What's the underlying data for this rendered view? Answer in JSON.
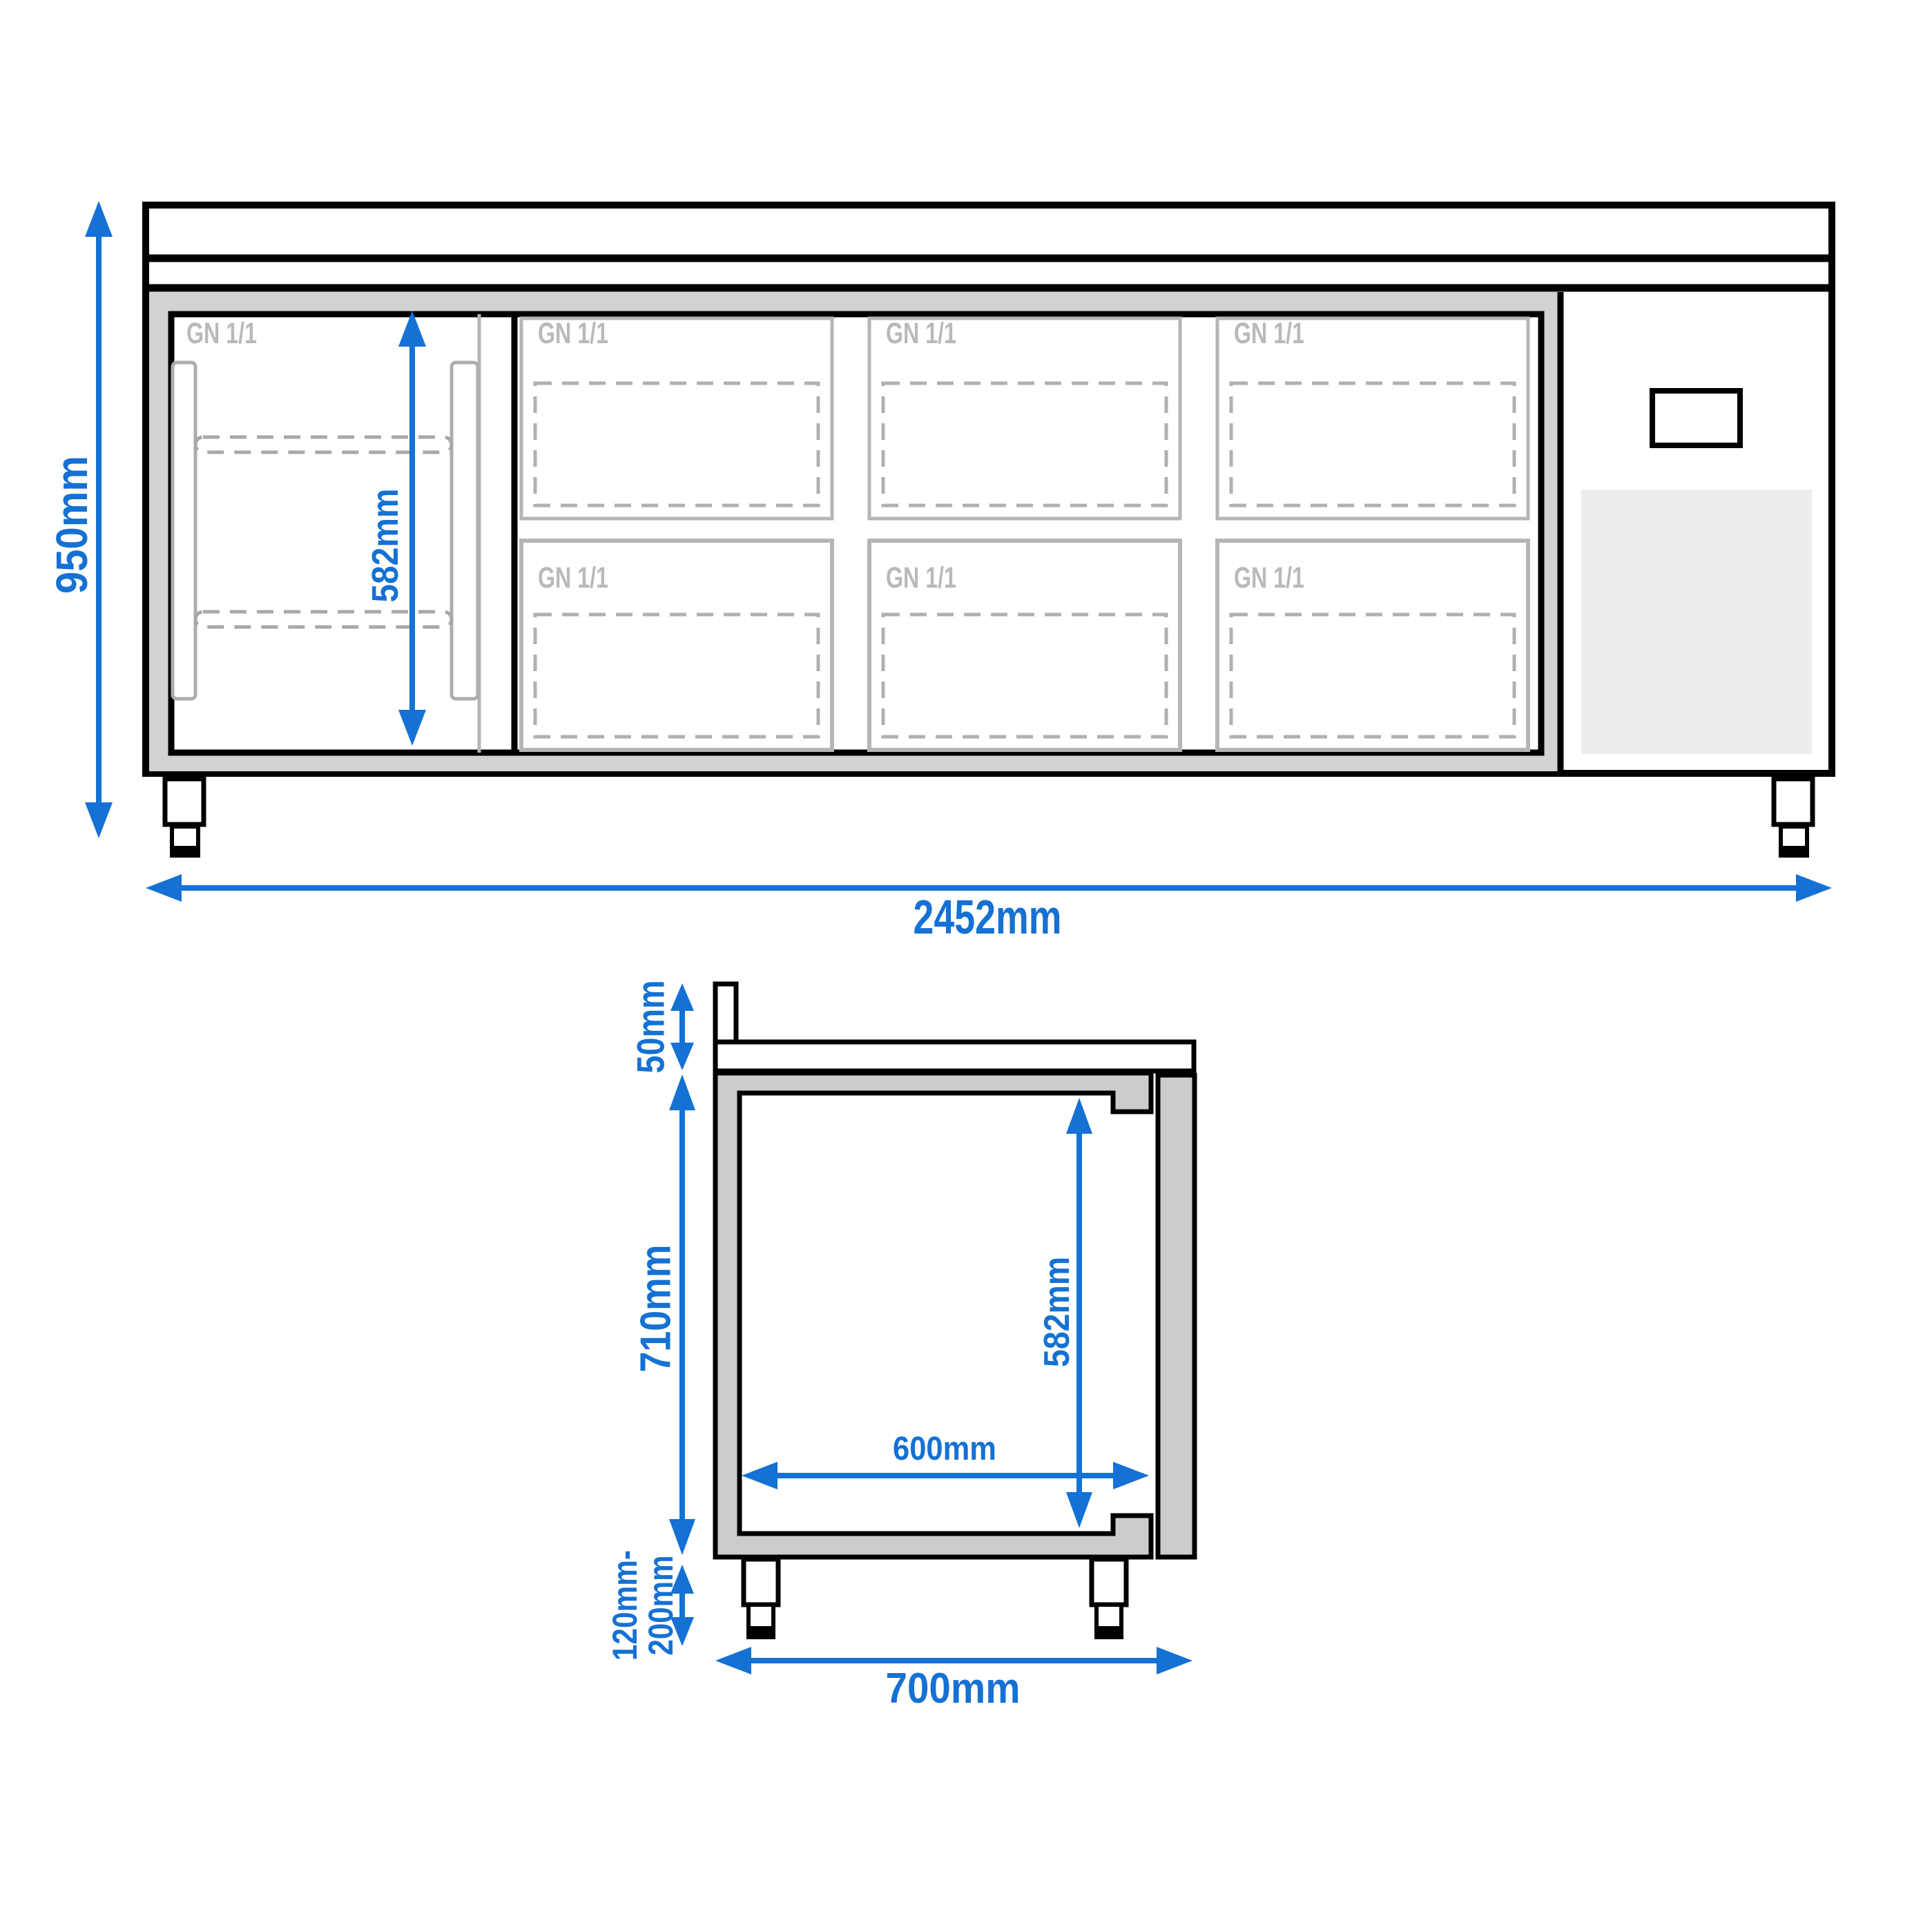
{
  "drawing": {
    "kind": "refrigerated counter dimension drawing",
    "views": [
      "front elevation",
      "side section"
    ]
  },
  "colors": {
    "accent_blue": "#1571D3",
    "frame_gray": "#d2d2d2",
    "panel_gray": "#cccccc",
    "annotation_gray": "#b9b9b9",
    "vent_gray": "#ededed",
    "line_black": "#000000"
  },
  "front_view": {
    "gn_door": "GN 1/1",
    "gn_top": [
      "GN 1/1",
      "GN 1/1",
      "GN 1/1"
    ],
    "gn_bottom": [
      "GN 1/1",
      "GN 1/1",
      "GN 1/1"
    ],
    "dim_height": "950mm",
    "dim_inner_height": "582mm",
    "dim_width": "2452mm"
  },
  "side_view": {
    "dim_worktop_height": "50mm",
    "dim_body_height": "710mm",
    "dim_foot_height_line1": "120mm-",
    "dim_foot_height_line2": "200mm",
    "dim_inner_depth": "600mm",
    "dim_inner_height": "582mm",
    "dim_total_depth": "700mm"
  }
}
